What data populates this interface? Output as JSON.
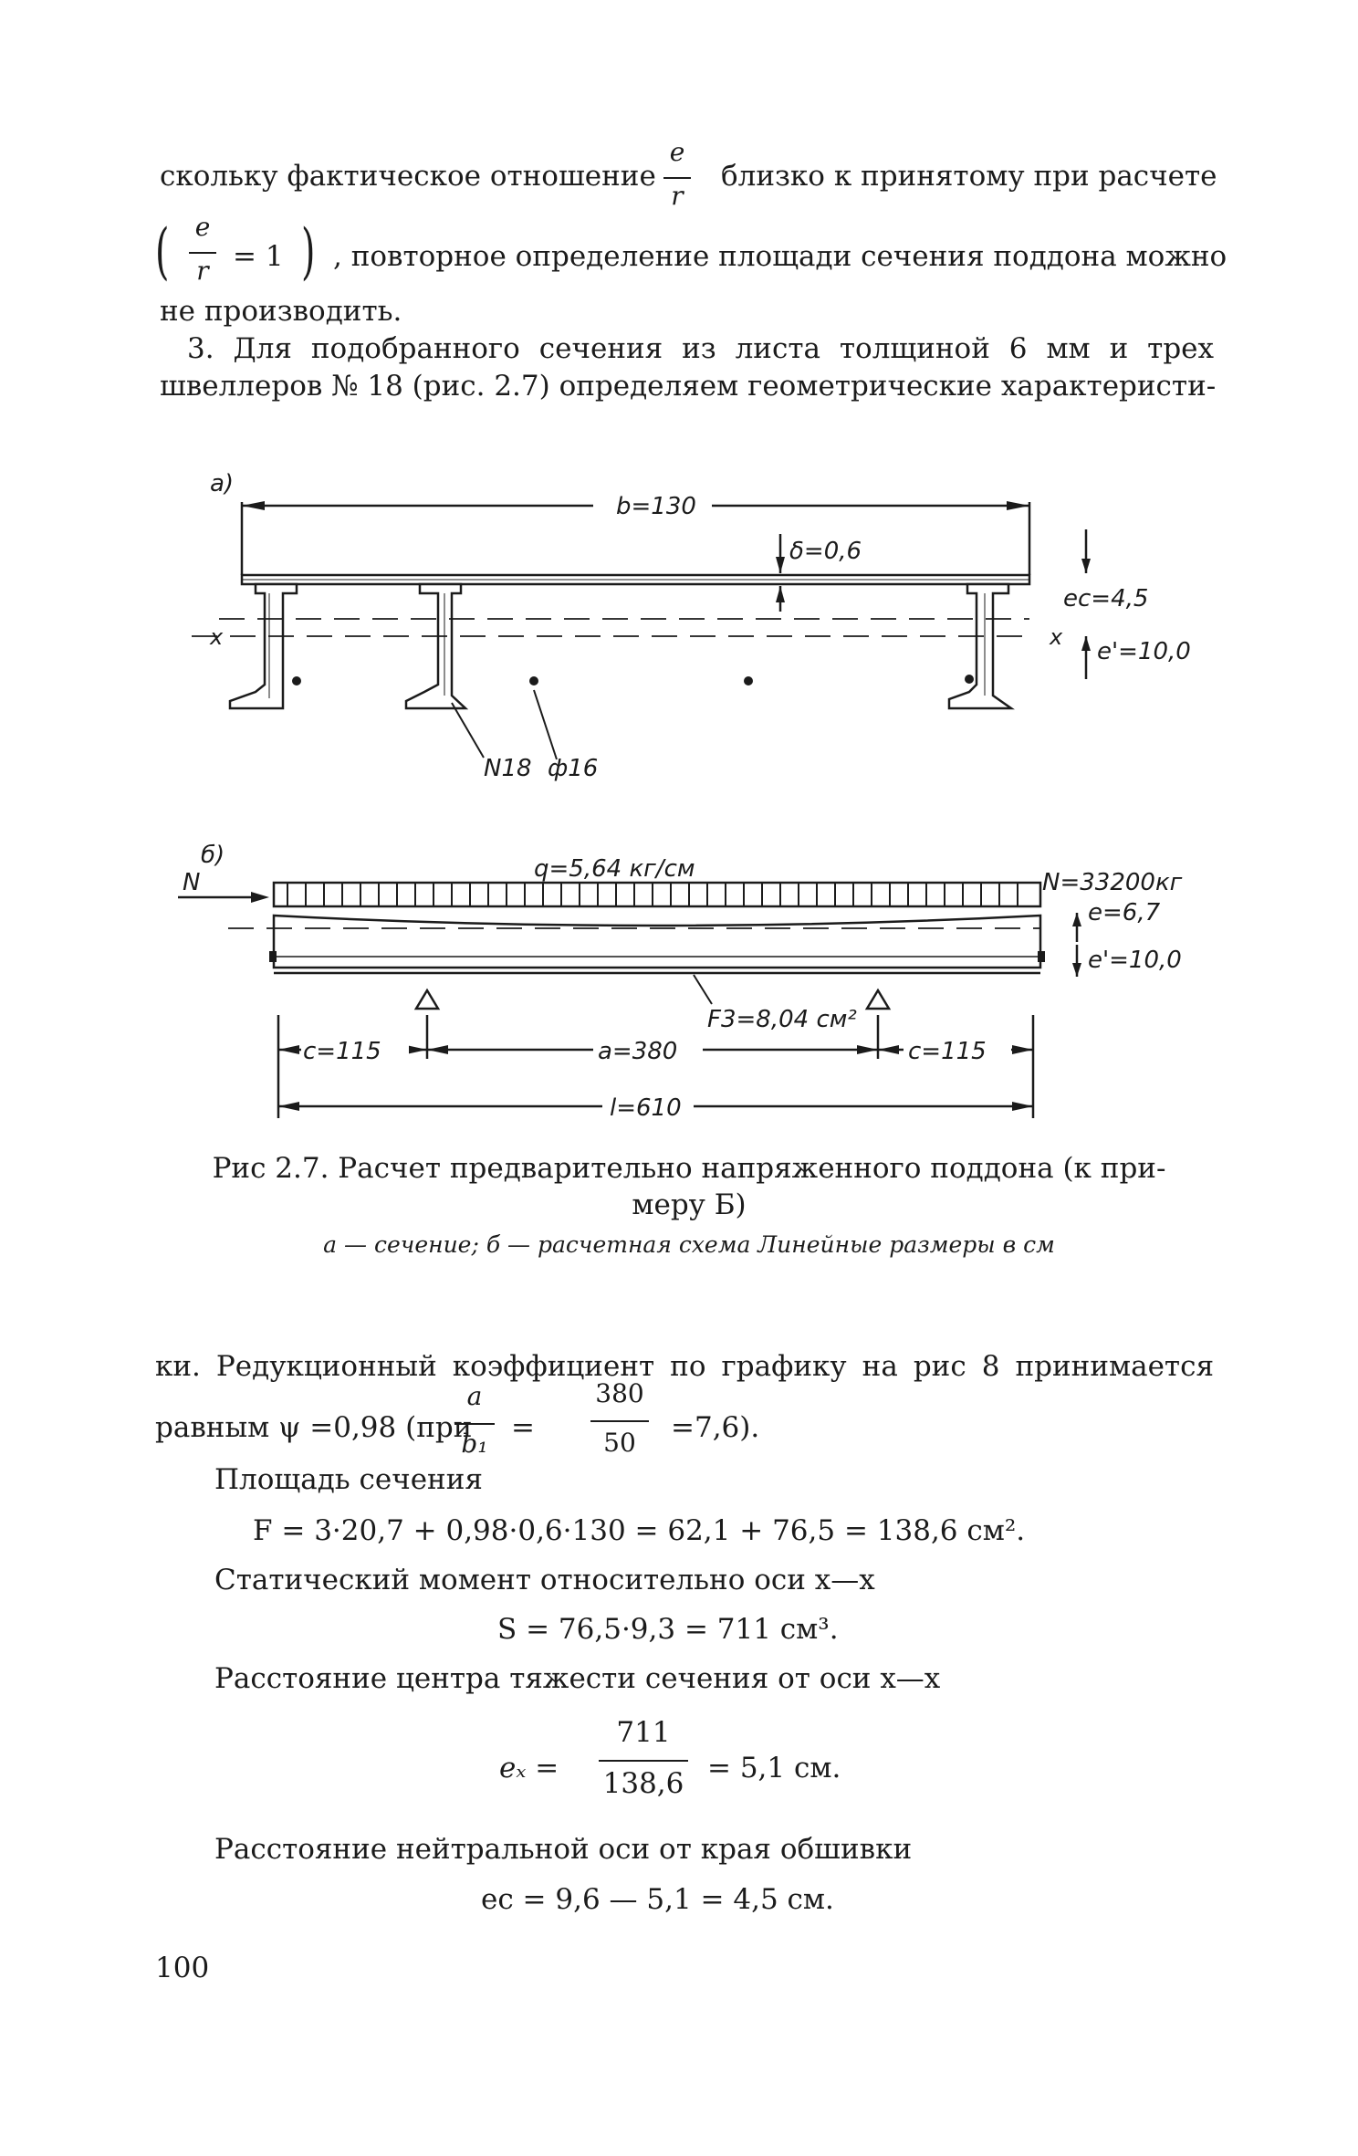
{
  "text": {
    "line1_a": "скольку фактическое отношение",
    "line1_b": "близко к принятому при расчете",
    "frac_e": "e",
    "frac_r": "r",
    "line2_eq": "= 1",
    "line2_rest": ", повторное определение площади сечения поддона можно",
    "line3": "не производить.",
    "line4": "3. Для подобранного сечения из листа толщиной 6 мм и трех",
    "line5": "швеллеров № 18 (рис. 2.7) определяем геометрические характеристи-"
  },
  "figure": {
    "a_label": "а)",
    "b_eq": "b=130",
    "delta": "δ=0,6",
    "ec": "eс=4,5",
    "eprime_a": "e'=10,0",
    "x": "x",
    "phi": "ф16",
    "n18": "N18",
    "b_label": "б)",
    "q": "q=5,64 кг/см",
    "N": "N",
    "N_val": "N=33200кг",
    "e_val": "e=6,7",
    "eprime_b": "e'=10,0",
    "F3": "F3=8,04 см²",
    "c1": "c=115",
    "a380": "a=380",
    "c2": "c=115",
    "l": "l=610"
  },
  "caption": {
    "line1": "Рис 2.7. Расчет предварительно напряженного поддона (к при-",
    "line2": "меру Б)",
    "sub": "а — сечение; б — расчетная схема Линейные размеры в см"
  },
  "body": {
    "p1": "ки. Редукционный коэффициент по графику на рис 8 принимается",
    "p2_a": "равным ψ =0,98 (при",
    "p2_eq1": "=",
    "p2_end": "=7,6).",
    "frac_a": "a",
    "frac_b1": "b₁",
    "frac_380": "380",
    "frac_50": "50",
    "area_label": "Площадь сечения",
    "area_formula": "F = 3·20,7 + 0,98·0,6·130 = 62,1 + 76,5 = 138,6 см².",
    "static_label": "Статический момент относительно оси x—x",
    "static_formula": "S = 76,5·9,3 = 711 см³.",
    "cg_label": "Расстояние центра тяжести сечения от оси x—x",
    "ex_lhs": "eₓ =",
    "ex_num": "711",
    "ex_den": "138,6",
    "ex_rhs": "= 5,1 см.",
    "neutral_label": "Расстояние нейтральной оси от края обшивки",
    "neutral_formula": "eс = 9,6 — 5,1 = 4,5 см."
  },
  "page_number": "100"
}
